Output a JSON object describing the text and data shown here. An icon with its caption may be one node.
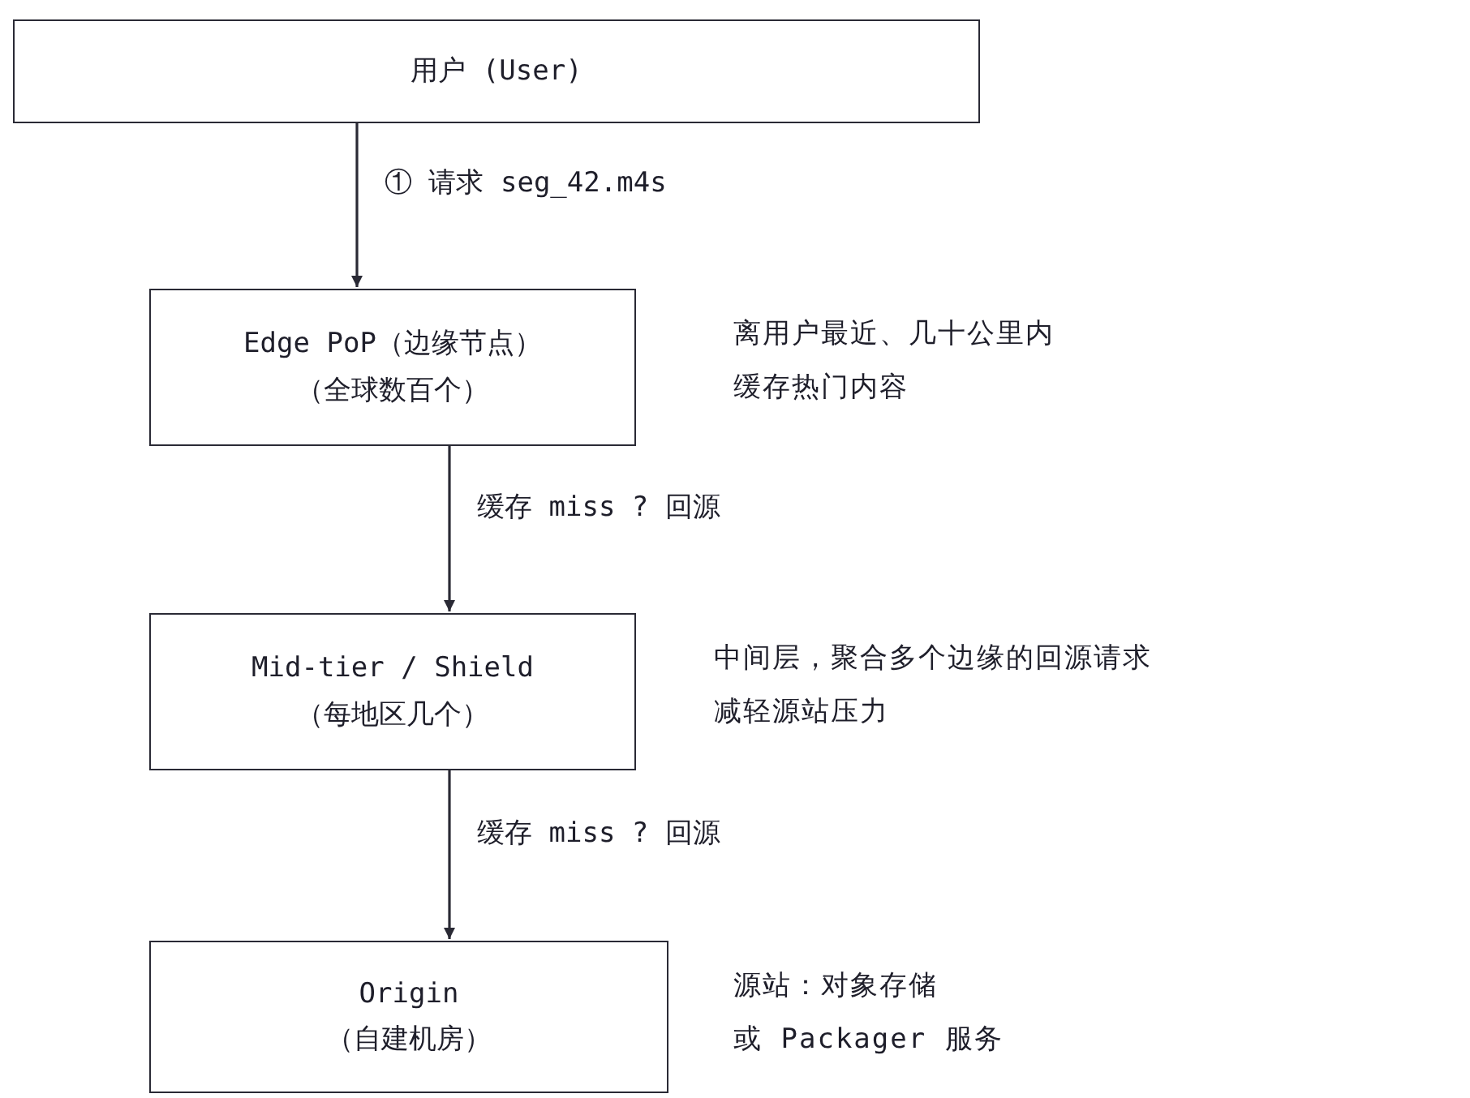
{
  "diagram": {
    "nodes": [
      {
        "text": [
          "用户 (User)"
        ]
      },
      {
        "text": [
          "Edge PoP（边缘节点）",
          "（全球数百个）"
        ],
        "beside": [
          "离用户最近、几十公里内",
          "缓存热门内容"
        ]
      },
      {
        "text": [
          "Mid-tier / Shield",
          "（每地区几个）"
        ],
        "beside": [
          "中间层，聚合多个边缘的回源请求",
          "减轻源站压力"
        ]
      },
      {
        "text": [
          "Origin",
          "（自建机房）"
        ],
        "beside": [
          "源站：对象存储",
          "或 Packager 服务"
        ]
      }
    ],
    "edges": [
      {
        "from": 0,
        "to": 1,
        "arrow": "to",
        "label": "① 请求 seg_42.m4s"
      },
      {
        "from": 1,
        "to": 2,
        "arrow": "to",
        "label": "缓存 miss ? 回源"
      },
      {
        "from": 2,
        "to": 3,
        "arrow": "to",
        "label": "缓存 miss ? 回源"
      }
    ]
  }
}
